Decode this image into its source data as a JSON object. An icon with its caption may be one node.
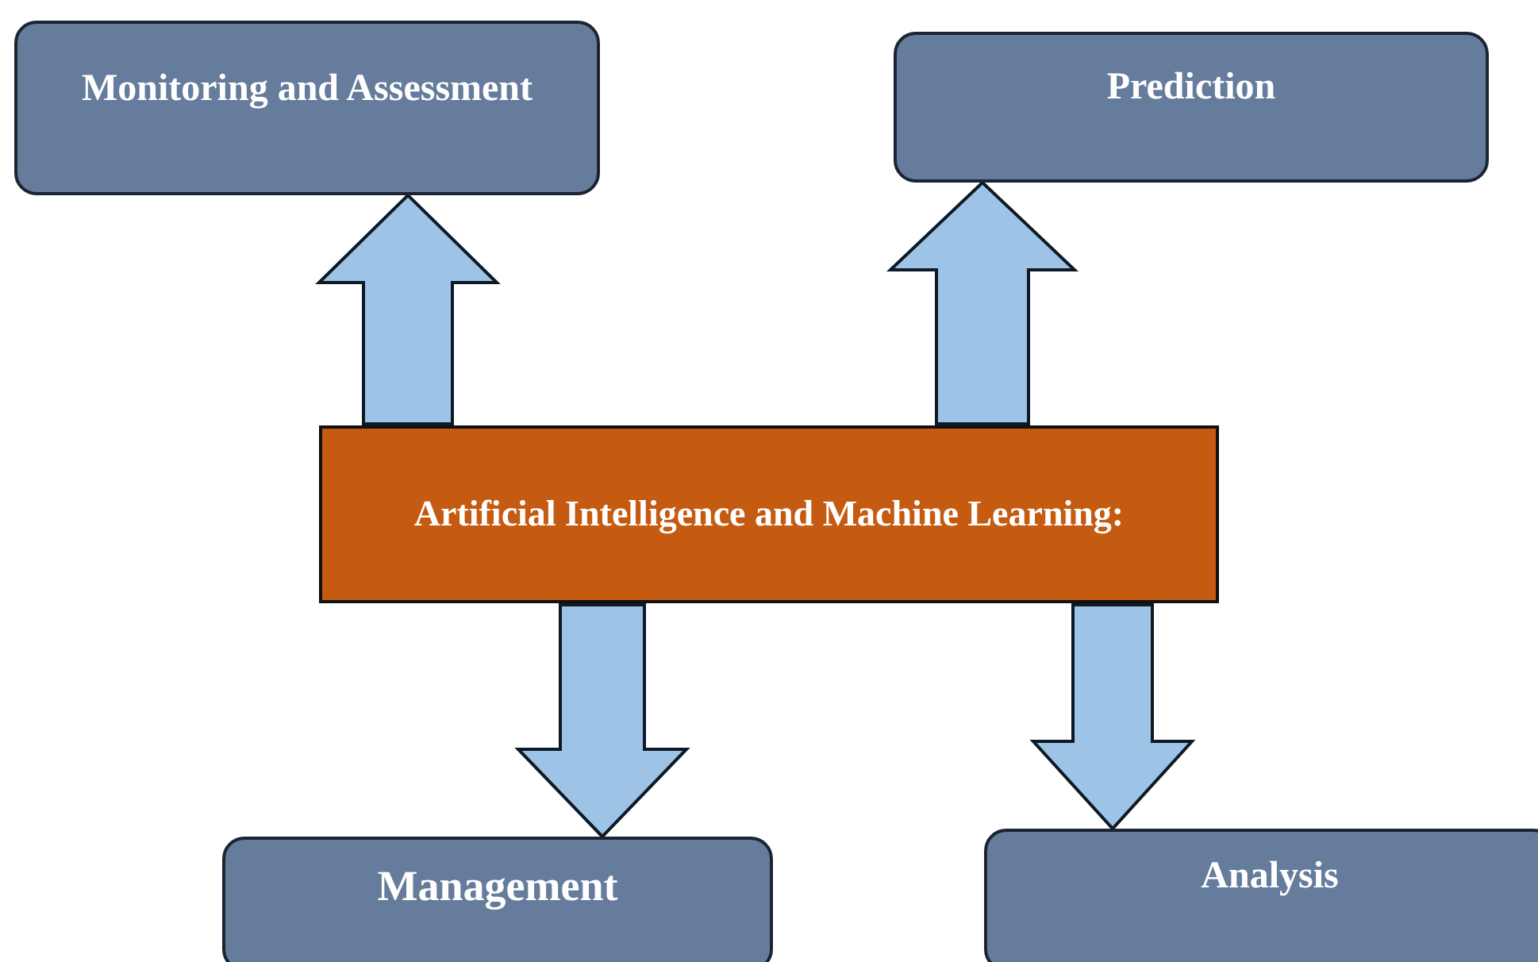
{
  "diagram": {
    "nodes": [
      {
        "text": [
          "Monitoring and Assessment"
        ]
      },
      {
        "text": [
          "Prediction"
        ]
      },
      {
        "text": [
          "Artificial Intelligence and Machine Learning:"
        ]
      },
      {
        "text": [
          "Management"
        ]
      },
      {
        "text": [
          "Analysis"
        ]
      }
    ],
    "edges": [
      {
        "from": 2,
        "to": 0,
        "arrow": "to"
      },
      {
        "from": 2,
        "to": 1,
        "arrow": "to"
      },
      {
        "from": 2,
        "to": 3,
        "arrow": "to"
      },
      {
        "from": 2,
        "to": 4,
        "arrow": "to"
      }
    ]
  }
}
